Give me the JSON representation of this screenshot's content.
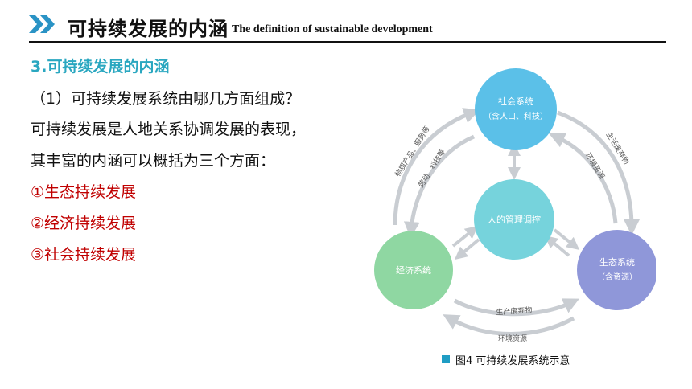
{
  "header": {
    "title_cn": "可持续发展的内涵",
    "title_en": "The definition of sustainable development"
  },
  "section_title": "3.可持续发展的内涵",
  "body": {
    "question": "（1）可持续发展系统由哪几方面组成？",
    "line2": "可持续发展是人地关系协调发展的表现，",
    "line3": "其丰富的内涵可以概括为三个方面：",
    "items": [
      "①生态持续发展",
      "②经济持续发展",
      "③社会持续发展"
    ]
  },
  "diagram": {
    "nodes": {
      "social_line1": "社会系统",
      "social_line2": "（含人口、科技）",
      "center": "人的管理调控",
      "economic": "经济系统",
      "eco_line1": "生态系统",
      "eco_line2": "（含资源）"
    },
    "arrow_labels": {
      "left_outer": "物质产品、服务等",
      "left_inner": "劳动、科技等",
      "right_outer": "生活废弃物",
      "right_inner": "环境资源",
      "bottom_inner": "生产废弃物",
      "bottom_outer": "环境资源"
    },
    "colors": {
      "social": "#5bc0e8",
      "center": "#76d3dc",
      "economic": "#8fd7a2",
      "eco": "#8f97d9",
      "arrow": "#c9cdd2"
    }
  },
  "caption": "图4 可持续发展系统示意",
  "colors": {
    "accent": "#2aa7c0",
    "red": "#c00000",
    "caption_square": "#1f9dc4"
  }
}
